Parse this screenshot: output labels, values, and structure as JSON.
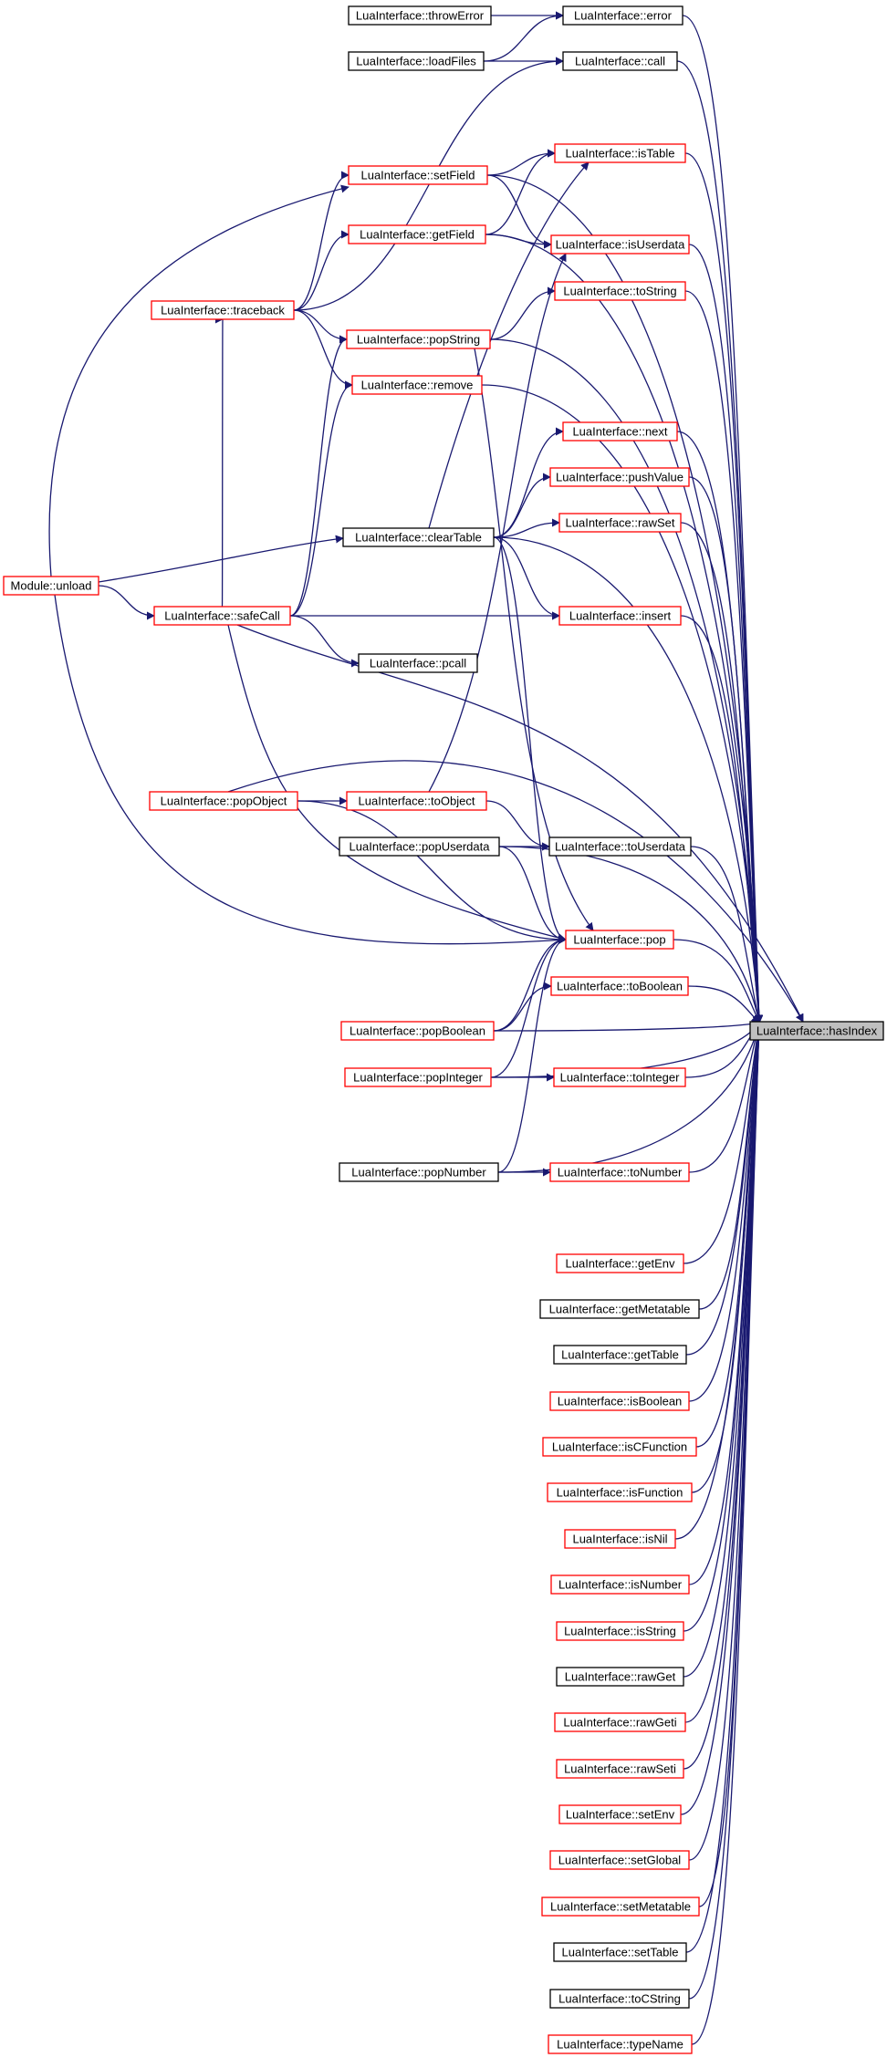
{
  "graph": {
    "colors": {
      "edge": "#191970",
      "red_border": "#ff0000",
      "black_border": "#000000",
      "focus_fill": "#bfbfbf"
    },
    "target": "n_hasIndex",
    "nodes": {
      "n_unload": {
        "label": "Module::unload",
        "style": "red"
      },
      "n_throwError": {
        "label": "LuaInterface::throwError",
        "style": "black"
      },
      "n_loadFiles": {
        "label": "LuaInterface::loadFiles",
        "style": "black"
      },
      "n_setField": {
        "label": "LuaInterface::setField",
        "style": "red"
      },
      "n_getField": {
        "label": "LuaInterface::getField",
        "style": "red"
      },
      "n_traceback": {
        "label": "LuaInterface::traceback",
        "style": "red"
      },
      "n_popString": {
        "label": "LuaInterface::popString",
        "style": "red"
      },
      "n_remove": {
        "label": "LuaInterface::remove",
        "style": "red"
      },
      "n_clearTable": {
        "label": "LuaInterface::clearTable",
        "style": "black"
      },
      "n_safeCall": {
        "label": "LuaInterface::safeCall",
        "style": "red"
      },
      "n_pcall": {
        "label": "LuaInterface::pcall",
        "style": "black"
      },
      "n_popObject": {
        "label": "LuaInterface::popObject",
        "style": "red"
      },
      "n_toObject": {
        "label": "LuaInterface::toObject",
        "style": "red"
      },
      "n_popUserdata": {
        "label": "LuaInterface::popUserdata",
        "style": "black"
      },
      "n_popBoolean": {
        "label": "LuaInterface::popBoolean",
        "style": "red"
      },
      "n_popInteger": {
        "label": "LuaInterface::popInteger",
        "style": "red"
      },
      "n_popNumber": {
        "label": "LuaInterface::popNumber",
        "style": "black"
      },
      "n_error": {
        "label": "LuaInterface::error",
        "style": "black"
      },
      "n_call": {
        "label": "LuaInterface::call",
        "style": "black"
      },
      "n_isTable": {
        "label": "LuaInterface::isTable",
        "style": "red"
      },
      "n_isUserdata": {
        "label": "LuaInterface::isUserdata",
        "style": "red"
      },
      "n_toString": {
        "label": "LuaInterface::toString",
        "style": "red"
      },
      "n_next": {
        "label": "LuaInterface::next",
        "style": "red"
      },
      "n_pushValue": {
        "label": "LuaInterface::pushValue",
        "style": "red"
      },
      "n_rawSet": {
        "label": "LuaInterface::rawSet",
        "style": "red"
      },
      "n_insert": {
        "label": "LuaInterface::insert",
        "style": "red"
      },
      "n_toUserdata": {
        "label": "LuaInterface::toUserdata",
        "style": "black"
      },
      "n_pop": {
        "label": "LuaInterface::pop",
        "style": "red"
      },
      "n_toBoolean": {
        "label": "LuaInterface::toBoolean",
        "style": "red"
      },
      "n_toInteger": {
        "label": "LuaInterface::toInteger",
        "style": "red"
      },
      "n_toNumber": {
        "label": "LuaInterface::toNumber",
        "style": "red"
      },
      "n_getEnv": {
        "label": "LuaInterface::getEnv",
        "style": "red"
      },
      "n_getMetatable": {
        "label": "LuaInterface::getMetatable",
        "style": "black"
      },
      "n_getTable": {
        "label": "LuaInterface::getTable",
        "style": "black"
      },
      "n_isBoolean": {
        "label": "LuaInterface::isBoolean",
        "style": "red"
      },
      "n_isCFunction": {
        "label": "LuaInterface::isCFunction",
        "style": "red"
      },
      "n_isFunction": {
        "label": "LuaInterface::isFunction",
        "style": "red"
      },
      "n_isNil": {
        "label": "LuaInterface::isNil",
        "style": "red"
      },
      "n_isNumber": {
        "label": "LuaInterface::isNumber",
        "style": "red"
      },
      "n_isString": {
        "label": "LuaInterface::isString",
        "style": "red"
      },
      "n_rawGet": {
        "label": "LuaInterface::rawGet",
        "style": "black"
      },
      "n_rawGeti": {
        "label": "LuaInterface::rawGeti",
        "style": "red"
      },
      "n_rawSeti": {
        "label": "LuaInterface::rawSeti",
        "style": "red"
      },
      "n_setEnv": {
        "label": "LuaInterface::setEnv",
        "style": "red"
      },
      "n_setGlobal": {
        "label": "LuaInterface::setGlobal",
        "style": "red"
      },
      "n_setMetatable": {
        "label": "LuaInterface::setMetatable",
        "style": "red"
      },
      "n_setTable": {
        "label": "LuaInterface::setTable",
        "style": "black"
      },
      "n_toCString": {
        "label": "LuaInterface::toCString",
        "style": "black"
      },
      "n_typeName": {
        "label": "LuaInterface::typeName",
        "style": "red"
      },
      "n_hasIndex": {
        "label": "LuaInterface::hasIndex",
        "style": "focus"
      }
    },
    "edges": [
      [
        "n_throwError",
        "n_error"
      ],
      [
        "n_loadFiles",
        "n_error"
      ],
      [
        "n_loadFiles",
        "n_call"
      ],
      [
        "n_traceback",
        "n_call"
      ],
      [
        "n_traceback",
        "n_setField"
      ],
      [
        "n_traceback",
        "n_getField"
      ],
      [
        "n_traceback",
        "n_popString"
      ],
      [
        "n_traceback",
        "n_remove"
      ],
      [
        "n_unload",
        "n_setField"
      ],
      [
        "n_unload",
        "n_clearTable"
      ],
      [
        "n_unload",
        "n_safeCall"
      ],
      [
        "n_unload",
        "n_pop"
      ],
      [
        "n_setField",
        "n_isTable"
      ],
      [
        "n_setField",
        "n_isUserdata"
      ],
      [
        "n_getField",
        "n_isTable"
      ],
      [
        "n_getField",
        "n_isUserdata"
      ],
      [
        "n_popString",
        "n_toString"
      ],
      [
        "n_popString",
        "n_pop"
      ],
      [
        "n_clearTable",
        "n_isTable"
      ],
      [
        "n_clearTable",
        "n_next"
      ],
      [
        "n_clearTable",
        "n_pushValue"
      ],
      [
        "n_clearTable",
        "n_rawSet"
      ],
      [
        "n_clearTable",
        "n_insert"
      ],
      [
        "n_clearTable",
        "n_pop"
      ],
      [
        "n_safeCall",
        "n_traceback"
      ],
      [
        "n_safeCall",
        "n_popString"
      ],
      [
        "n_safeCall",
        "n_remove"
      ],
      [
        "n_safeCall",
        "n_insert"
      ],
      [
        "n_safeCall",
        "n_pcall"
      ],
      [
        "n_safeCall",
        "n_pop"
      ],
      [
        "n_popObject",
        "n_toObject"
      ],
      [
        "n_popObject",
        "n_pop"
      ],
      [
        "n_toObject",
        "n_isUserdata"
      ],
      [
        "n_toObject",
        "n_toUserdata"
      ],
      [
        "n_popUserdata",
        "n_toUserdata"
      ],
      [
        "n_popUserdata",
        "n_pop"
      ],
      [
        "n_popBoolean",
        "n_toBoolean"
      ],
      [
        "n_popBoolean",
        "n_pop"
      ],
      [
        "n_popInteger",
        "n_toInteger"
      ],
      [
        "n_popInteger",
        "n_pop"
      ],
      [
        "n_popNumber",
        "n_toNumber"
      ],
      [
        "n_popNumber",
        "n_pop"
      ],
      [
        "n_error",
        "n_hasIndex"
      ],
      [
        "n_call",
        "n_hasIndex"
      ],
      [
        "n_setField",
        "n_hasIndex"
      ],
      [
        "n_isTable",
        "n_hasIndex"
      ],
      [
        "n_isUserdata",
        "n_hasIndex"
      ],
      [
        "n_getField",
        "n_hasIndex"
      ],
      [
        "n_toString",
        "n_hasIndex"
      ],
      [
        "n_popString",
        "n_hasIndex"
      ],
      [
        "n_remove",
        "n_hasIndex"
      ],
      [
        "n_next",
        "n_hasIndex"
      ],
      [
        "n_pushValue",
        "n_hasIndex"
      ],
      [
        "n_rawSet",
        "n_hasIndex"
      ],
      [
        "n_clearTable",
        "n_hasIndex"
      ],
      [
        "n_insert",
        "n_hasIndex"
      ],
      [
        "n_safeCall",
        "n_hasIndex"
      ],
      [
        "n_popObject",
        "n_hasIndex"
      ],
      [
        "n_toUserdata",
        "n_hasIndex"
      ],
      [
        "n_popUserdata",
        "n_hasIndex"
      ],
      [
        "n_pop",
        "n_hasIndex"
      ],
      [
        "n_toBoolean",
        "n_hasIndex"
      ],
      [
        "n_popBoolean",
        "n_hasIndex"
      ],
      [
        "n_toInteger",
        "n_hasIndex"
      ],
      [
        "n_popInteger",
        "n_hasIndex"
      ],
      [
        "n_toNumber",
        "n_hasIndex"
      ],
      [
        "n_popNumber",
        "n_hasIndex"
      ],
      [
        "n_getEnv",
        "n_hasIndex"
      ],
      [
        "n_getMetatable",
        "n_hasIndex"
      ],
      [
        "n_getTable",
        "n_hasIndex"
      ],
      [
        "n_isBoolean",
        "n_hasIndex"
      ],
      [
        "n_isCFunction",
        "n_hasIndex"
      ],
      [
        "n_isFunction",
        "n_hasIndex"
      ],
      [
        "n_isNil",
        "n_hasIndex"
      ],
      [
        "n_isNumber",
        "n_hasIndex"
      ],
      [
        "n_isString",
        "n_hasIndex"
      ],
      [
        "n_rawGet",
        "n_hasIndex"
      ],
      [
        "n_rawGeti",
        "n_hasIndex"
      ],
      [
        "n_rawSeti",
        "n_hasIndex"
      ],
      [
        "n_setEnv",
        "n_hasIndex"
      ],
      [
        "n_setGlobal",
        "n_hasIndex"
      ],
      [
        "n_setMetatable",
        "n_hasIndex"
      ],
      [
        "n_setTable",
        "n_hasIndex"
      ],
      [
        "n_toCString",
        "n_hasIndex"
      ],
      [
        "n_typeName",
        "n_hasIndex"
      ]
    ]
  }
}
